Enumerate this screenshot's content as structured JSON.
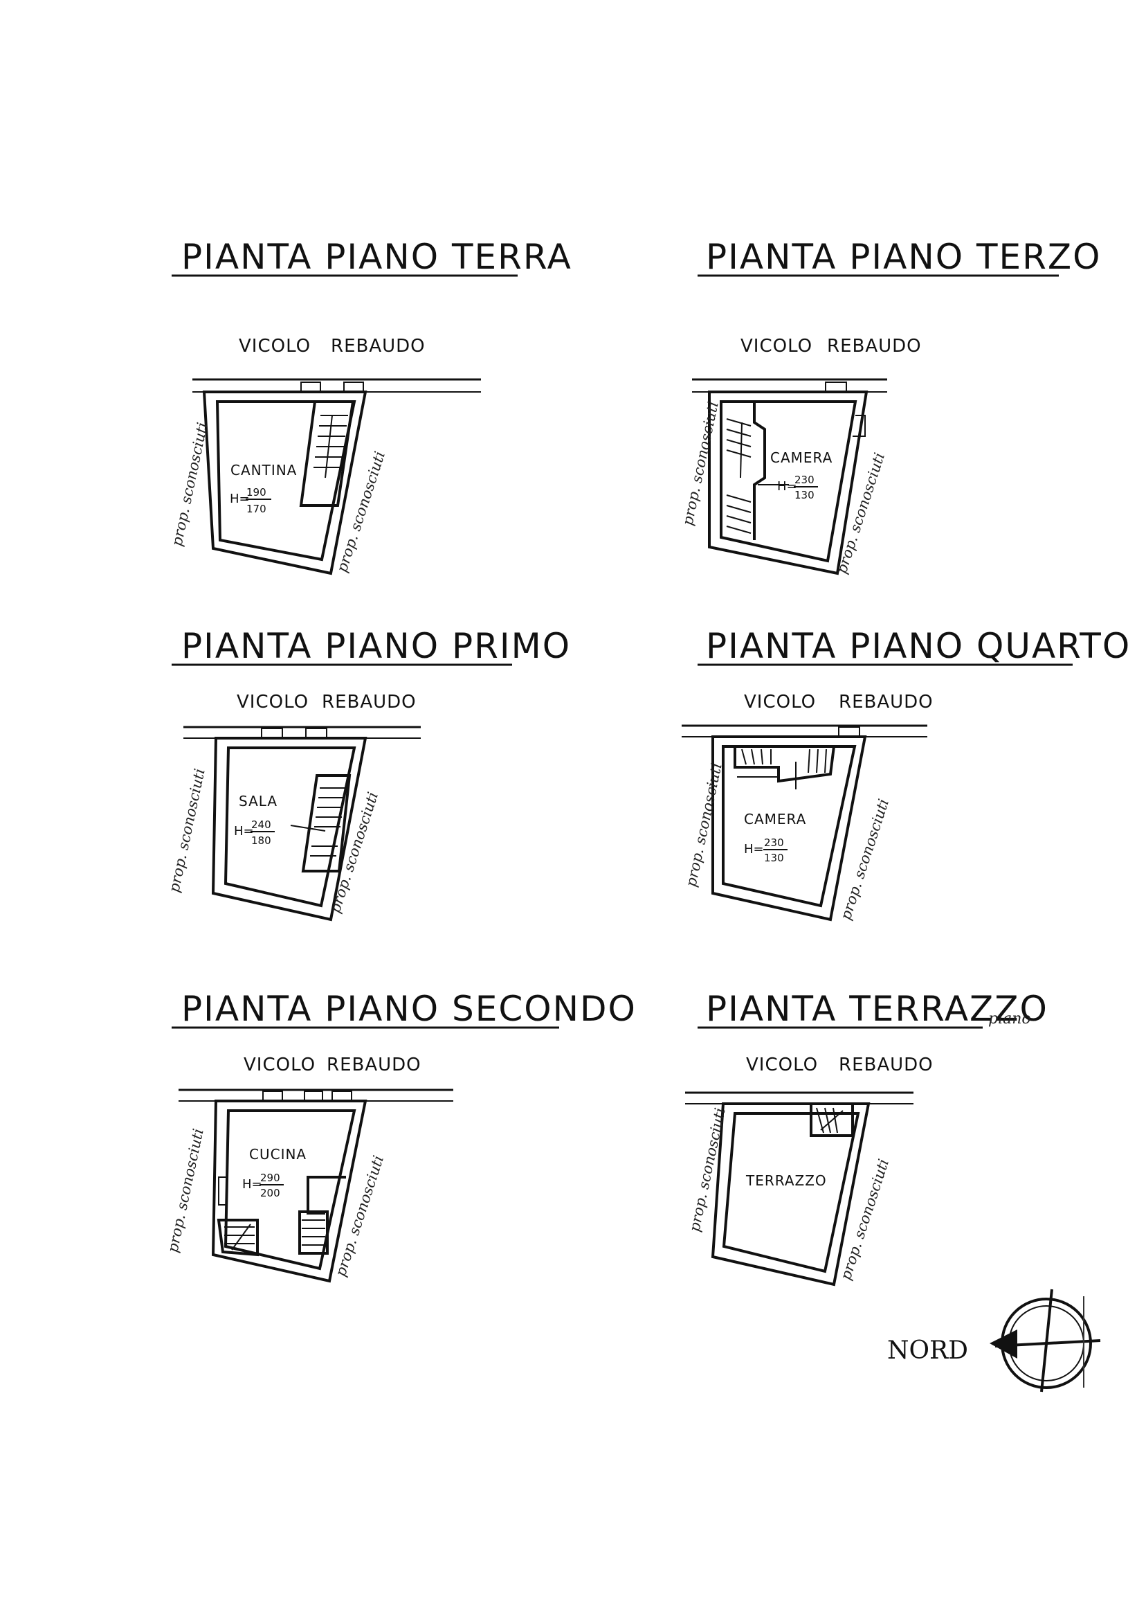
{
  "plans": {
    "terra": {
      "title": "PIANTA  PIANO  TERRA",
      "street_left": "VICOLO",
      "street_right": "REBAUDO",
      "room": "CANTINA",
      "h_label": "H=",
      "h_top": "190",
      "h_bottom": "170",
      "side_left": "prop. sconosciuti",
      "side_right": "prop. sconosciuti"
    },
    "terzo": {
      "title": "PIANTA  PIANO  TERZO",
      "street_left": "VICOLO",
      "street_right": "REBAUDO",
      "room": "CAMERA",
      "h_label": "H=",
      "h_top": "230",
      "h_bottom": "130",
      "side_left": "prop. sconosciuti",
      "side_right": "prop. sconosciuti"
    },
    "primo": {
      "title": "PIANTA  PIANO  PRIMO",
      "street_left": "VICOLO",
      "street_right": "REBAUDO",
      "room": "SALA",
      "h_label": "H=",
      "h_top": "240",
      "h_bottom": "180",
      "side_left": "prop. sconosciuti",
      "side_right": "prop. sconosciuti"
    },
    "quarto": {
      "title": "PIANTA  PIANO  QUARTO",
      "street_left": "VICOLO",
      "street_right": "REBAUDO",
      "room": "CAMERA",
      "h_label": "H=",
      "h_top": "230",
      "h_bottom": "130",
      "side_left": "prop. sconosciuti",
      "side_right": "prop. sconosciuti"
    },
    "secondo": {
      "title": "PIANTA  PIANO  SECONDO",
      "street_left": "VICOLO",
      "street_right": "REBAUDO",
      "room": "CUCINA",
      "h_label": "H=",
      "h_top": "290",
      "h_bottom": "200",
      "side_left": "prop. sconosciuti",
      "side_right": "prop. sconosciuti"
    },
    "terrazzo": {
      "title": "PIANTA  TERRAZZO",
      "title_note": "piano",
      "street_left": "VICOLO",
      "street_right": "REBAUDO",
      "room": "TERRAZZO",
      "side_left": "prop. sconosciuti",
      "side_right": "prop. sconosciuti"
    }
  },
  "north": {
    "label": "NORD"
  }
}
